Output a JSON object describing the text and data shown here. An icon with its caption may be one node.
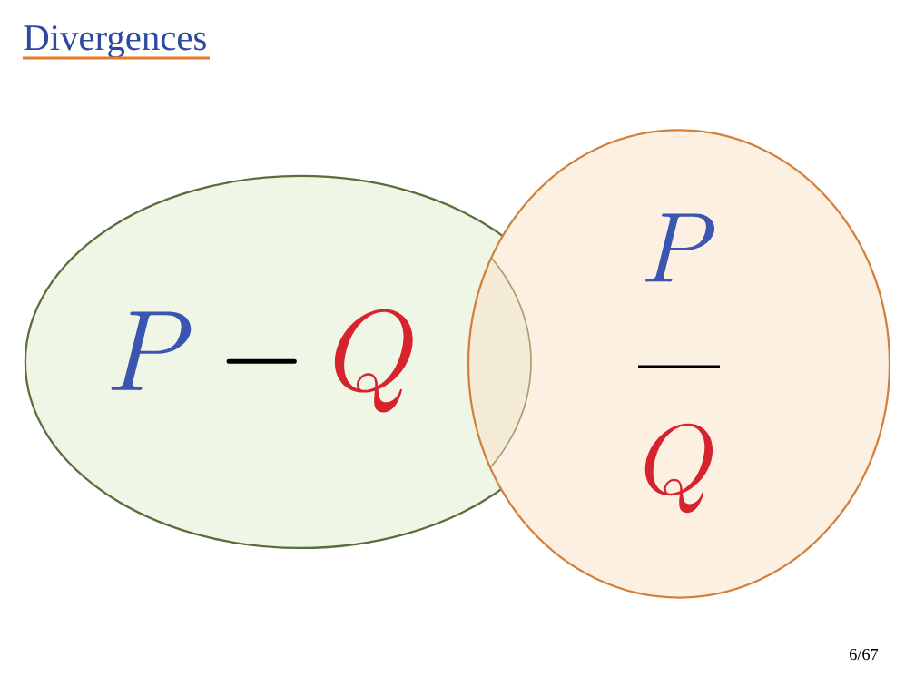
{
  "diagram": {
    "title": "Divergences",
    "nodes": [
      {
        "text": [
          "P",
          "-",
          "Q"
        ]
      },
      {
        "text": [
          "P",
          "Q"
        ]
      }
    ],
    "labels": [
      "6/67"
    ]
  }
}
